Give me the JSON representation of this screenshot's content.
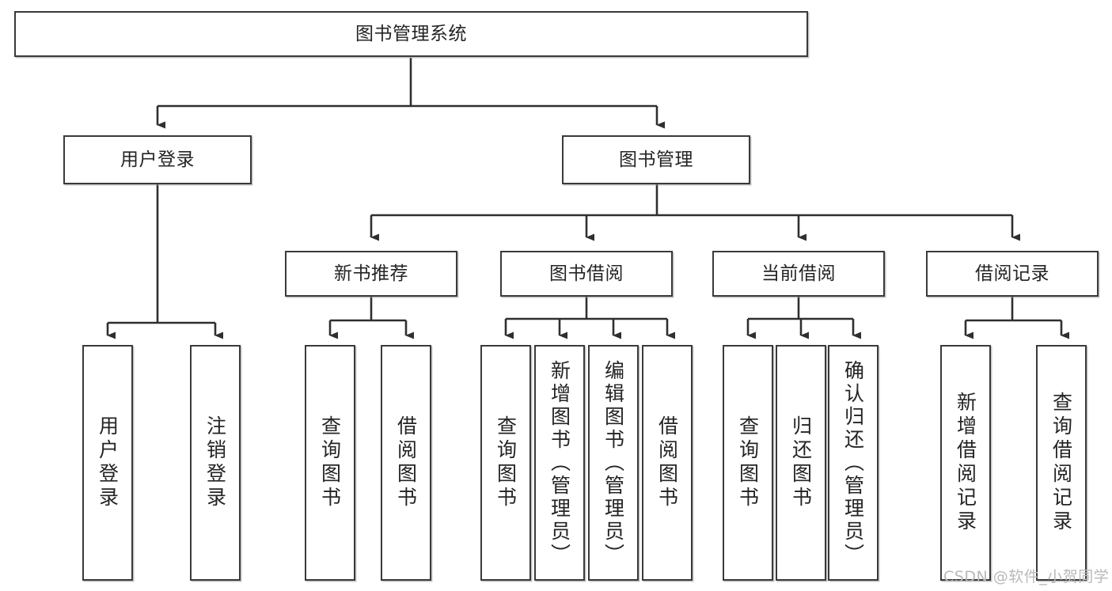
{
  "diagram": {
    "title_node": {
      "label": "图书管理系统"
    },
    "level1": [
      {
        "id": "user-login",
        "label": "用户登录"
      },
      {
        "id": "book-management",
        "label": "图书管理"
      }
    ],
    "level2": [
      {
        "id": "new-book-recommend",
        "label": "新书推荐"
      },
      {
        "id": "book-borrow",
        "label": "图书借阅"
      },
      {
        "id": "current-borrow",
        "label": "当前借阅"
      },
      {
        "id": "borrow-record",
        "label": "借阅记录"
      }
    ],
    "leaves": [
      {
        "id": "leaf-user-login",
        "label": "用户登录",
        "parent": "user-login"
      },
      {
        "id": "leaf-logout",
        "label": "注销登录",
        "parent": "user-login"
      },
      {
        "id": "leaf-query-books-1",
        "label": "查询图书",
        "parent": "new-book-recommend"
      },
      {
        "id": "leaf-borrow-books-1",
        "label": "借阅图书",
        "parent": "new-book-recommend"
      },
      {
        "id": "leaf-query-books-2",
        "label": "查询图书",
        "parent": "book-borrow"
      },
      {
        "id": "leaf-add-book",
        "label": "新增图书（管理员）",
        "parent": "book-borrow"
      },
      {
        "id": "leaf-edit-book",
        "label": "编辑图书（管理员）",
        "parent": "book-borrow"
      },
      {
        "id": "leaf-borrow-books-2",
        "label": "借阅图书",
        "parent": "book-borrow"
      },
      {
        "id": "leaf-query-books-3",
        "label": "查询图书",
        "parent": "current-borrow"
      },
      {
        "id": "leaf-return-book",
        "label": "归还图书",
        "parent": "current-borrow"
      },
      {
        "id": "leaf-confirm-return",
        "label": "确认归还（管理员）",
        "parent": "current-borrow"
      },
      {
        "id": "leaf-add-record",
        "label": "新增借阅记录",
        "parent": "borrow-record"
      },
      {
        "id": "leaf-query-record",
        "label": "查询借阅记录",
        "parent": "borrow-record"
      }
    ],
    "watermark": "CSDN @软件_小贺同学",
    "colors": {
      "border": "#3a3a3a",
      "text": "#242424",
      "connector": "#2f2f2f",
      "background": "#ffffff",
      "watermark": "#b9b9b9"
    }
  }
}
